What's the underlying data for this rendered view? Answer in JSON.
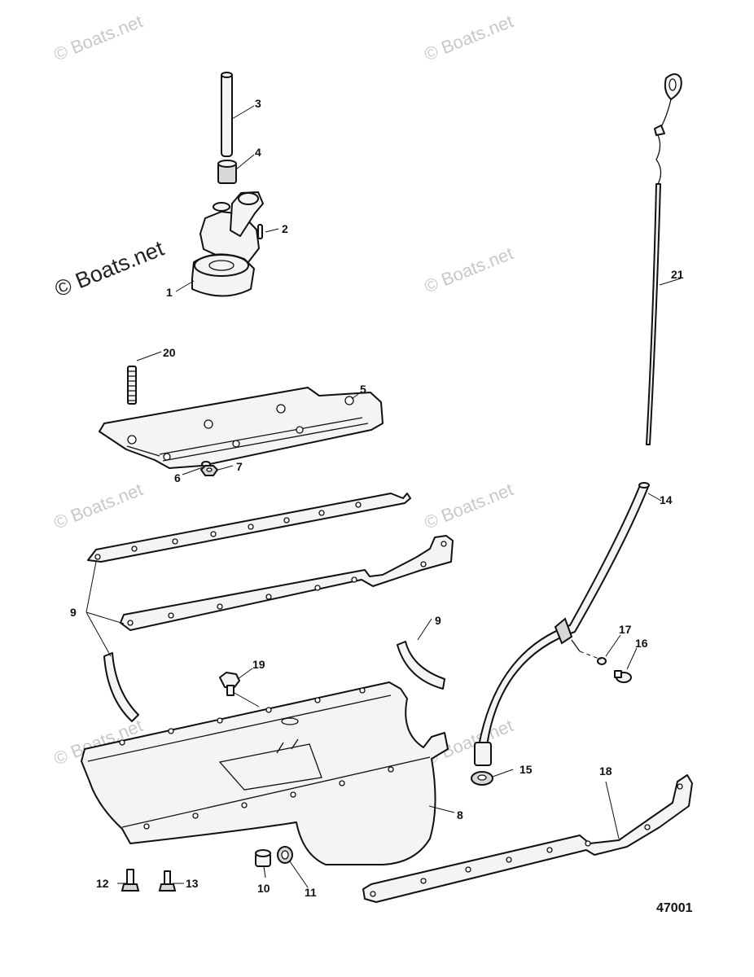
{
  "watermark": {
    "text": "© Boats.net",
    "color": "#c8c8c8"
  },
  "callouts": {
    "c1": "1",
    "c2": "2",
    "c3": "3",
    "c4": "4",
    "c5": "5",
    "c6": "6",
    "c7": "7",
    "c8": "8",
    "c9a": "9",
    "c9b": "9",
    "c10": "10",
    "c11": "11",
    "c12": "12",
    "c13": "13",
    "c14": "14",
    "c15": "15",
    "c16": "16",
    "c17": "17",
    "c18": "18",
    "c19": "19",
    "c20": "20",
    "c21": "21"
  },
  "drawing_number": "47001"
}
